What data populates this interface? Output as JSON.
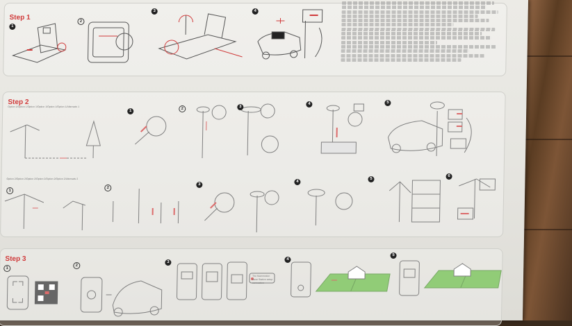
{
  "steps": [
    {
      "title": "Step 1",
      "numbers": [
        "1",
        "2",
        "3",
        "4"
      ]
    },
    {
      "title": "Step 2",
      "numbers": [
        "1",
        "2",
        "3",
        "4",
        "5"
      ]
    },
    {
      "title": "Step 3",
      "numbers": [
        "1",
        "2",
        "3",
        "4",
        "5"
      ]
    }
  ],
  "labels": {
    "option_a": "Option 1/Option 1/Option 1/Option 1/Option 1/Option 1/Alternativ 1",
    "option_b": "Option 2/Option 2/Option 2/Option 2/Option 2/Option 2/Alternativ 2",
    "step3_note": "The Mammotion Base Station setup connection"
  },
  "colors": {
    "accent": "#d03a3a",
    "grass": "#6cbb4a",
    "paper": "#ecebe6"
  }
}
